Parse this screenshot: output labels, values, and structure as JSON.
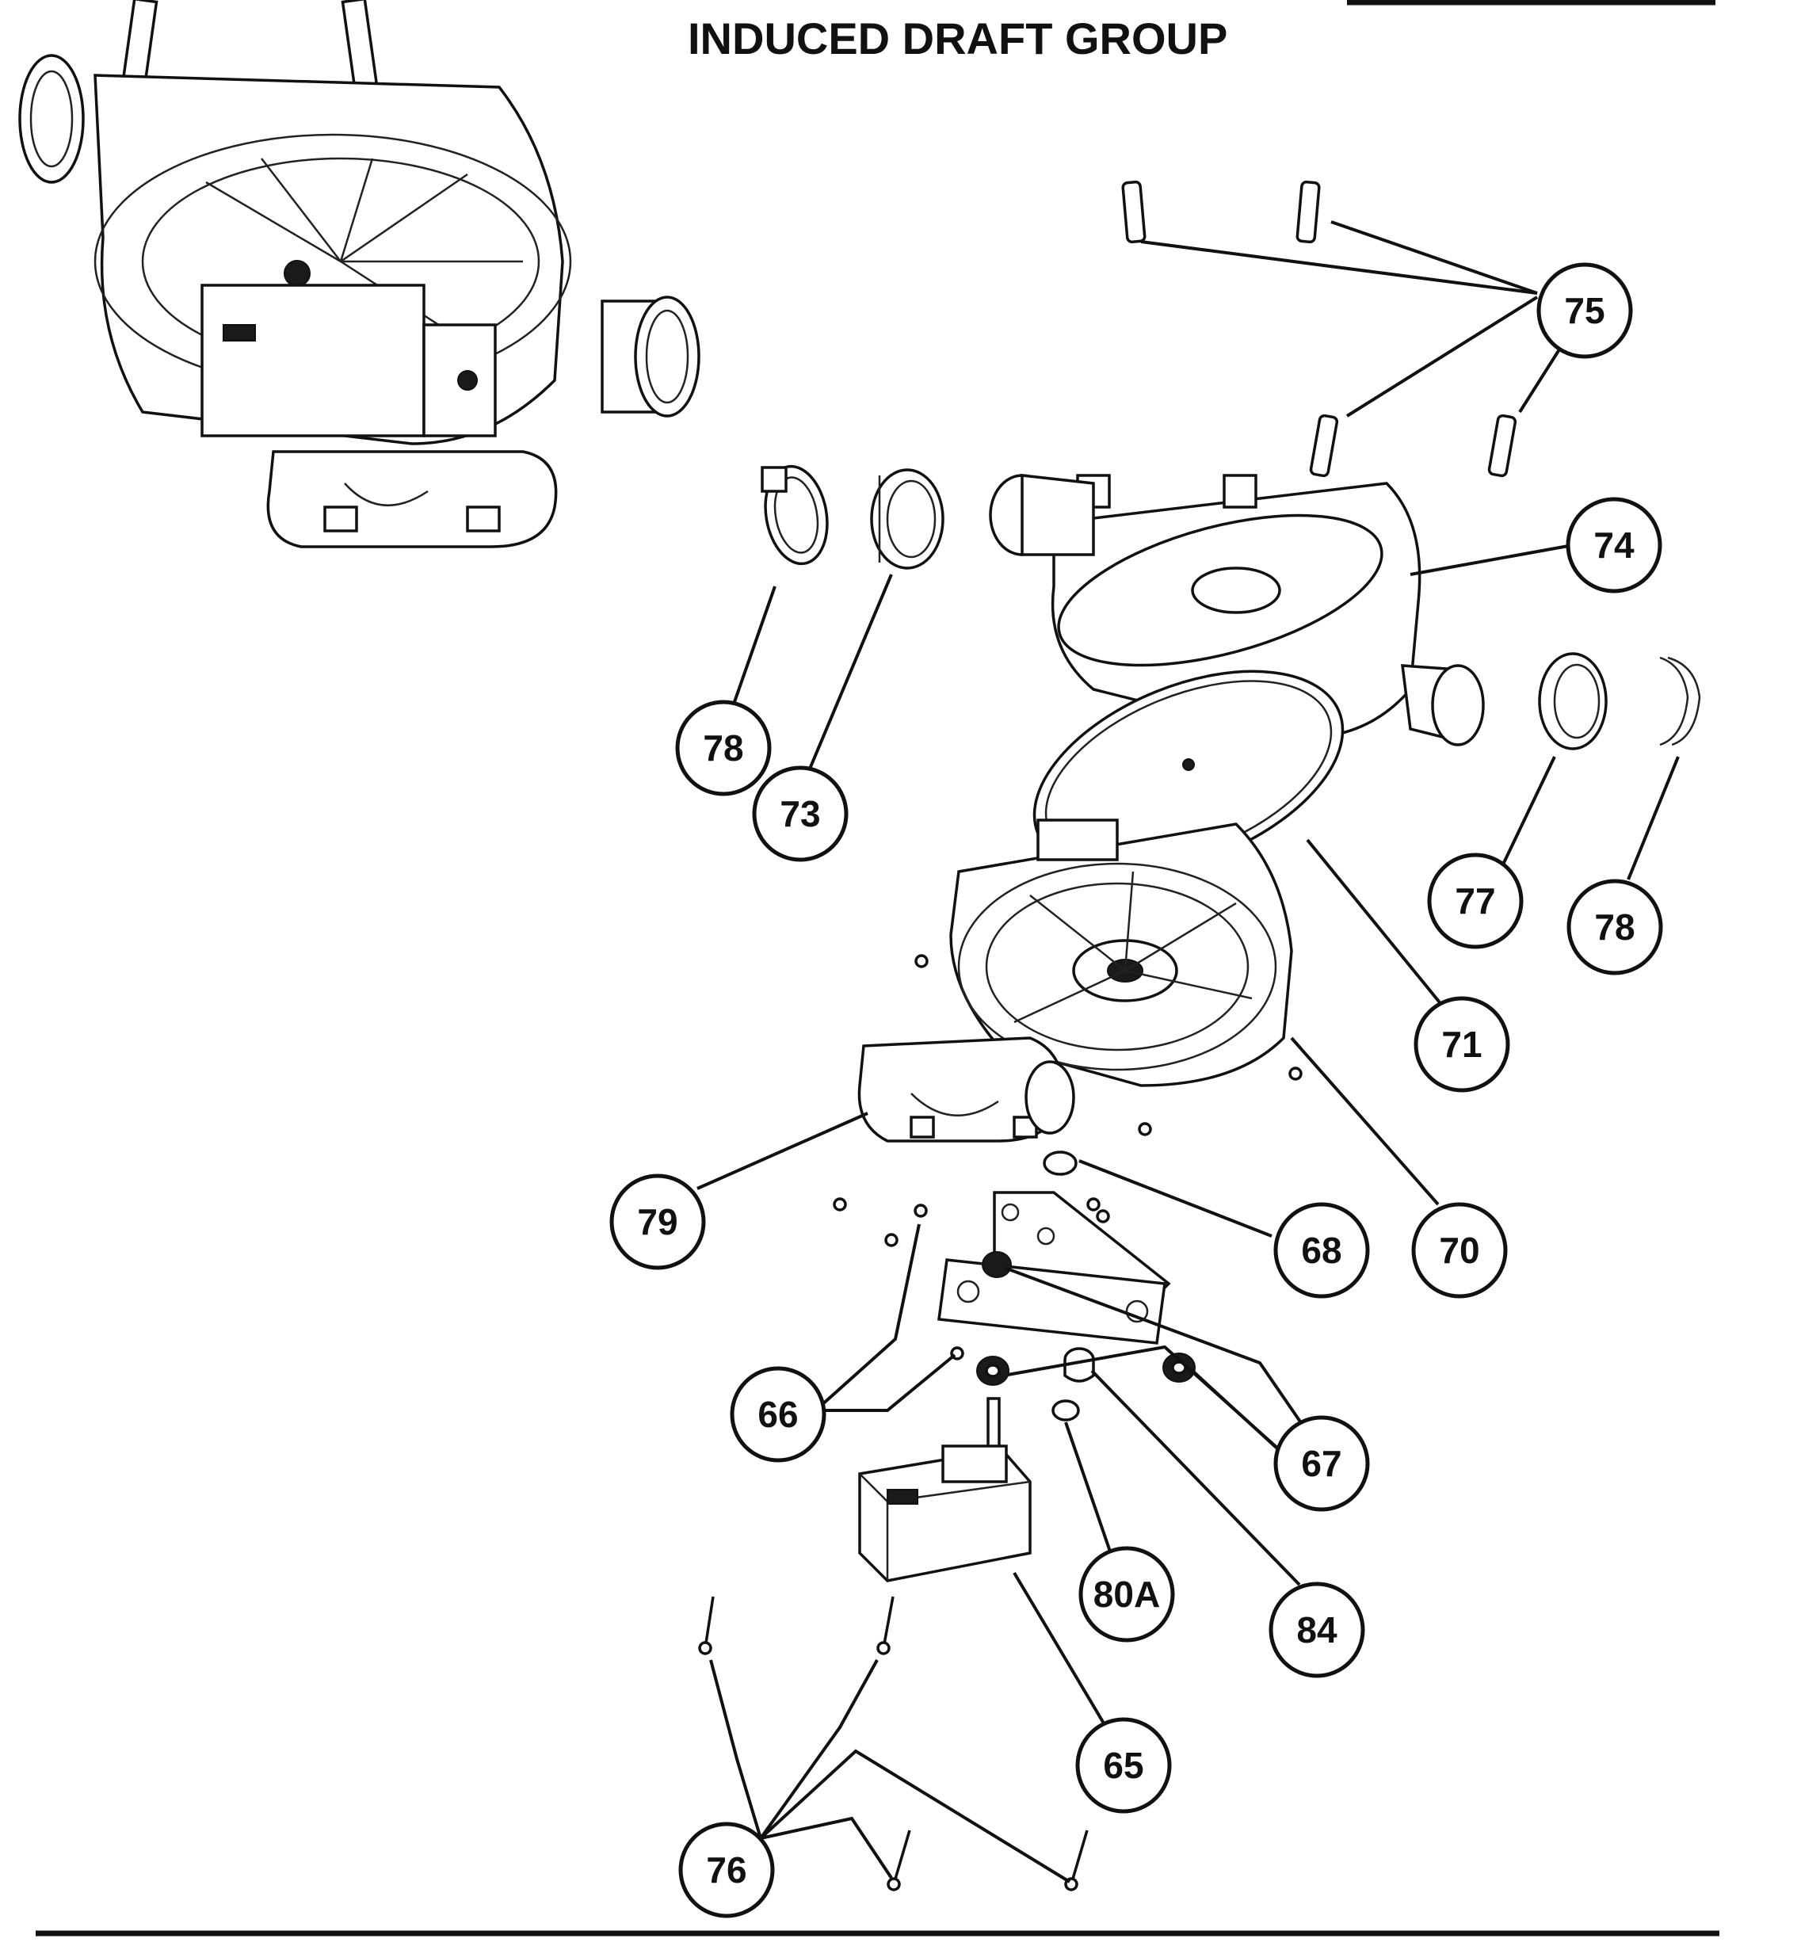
{
  "title": "INDUCED DRAFT GROUP",
  "callouts": [
    {
      "id": "75",
      "label": "75"
    },
    {
      "id": "74",
      "label": "74"
    },
    {
      "id": "78a",
      "label": "78"
    },
    {
      "id": "73",
      "label": "73"
    },
    {
      "id": "77",
      "label": "77"
    },
    {
      "id": "78b",
      "label": "78"
    },
    {
      "id": "71",
      "label": "71"
    },
    {
      "id": "79",
      "label": "79"
    },
    {
      "id": "68",
      "label": "68"
    },
    {
      "id": "70",
      "label": "70"
    },
    {
      "id": "66",
      "label": "66"
    },
    {
      "id": "67",
      "label": "67"
    },
    {
      "id": "80A",
      "label": "80A"
    },
    {
      "id": "84",
      "label": "84"
    },
    {
      "id": "65",
      "label": "65"
    },
    {
      "id": "76",
      "label": "76"
    }
  ]
}
